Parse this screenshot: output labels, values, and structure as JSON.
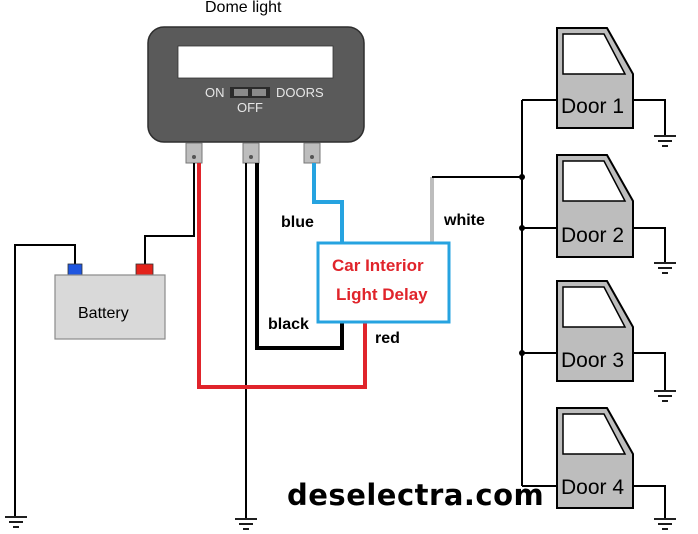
{
  "dome_light": {
    "title": "Dome light",
    "switch_on": "ON",
    "switch_doors": "DOORS",
    "switch_off": "OFF"
  },
  "battery": {
    "label": "Battery"
  },
  "module": {
    "line1": "Car Interior",
    "line2": "Light Delay"
  },
  "wires": {
    "blue": "blue",
    "white": "white",
    "black": "black",
    "red": "red"
  },
  "doors": [
    "Door 1",
    "Door 2",
    "Door 3",
    "Door 4"
  ],
  "watermark": "deselectra.com",
  "colors": {
    "red_wire": "#e0242b",
    "blue_wire": "#26a3e0",
    "black_wire": "#000000",
    "white_wire": "#bdbdbd",
    "module_border": "#26a3e0",
    "module_text": "#e0242b",
    "dome_body": "#5a5a5a",
    "battery_body": "#d9d9d9",
    "battery_positive": "#e3231b",
    "battery_negative": "#1f56e0",
    "door_fill": "#bdbdbd"
  }
}
